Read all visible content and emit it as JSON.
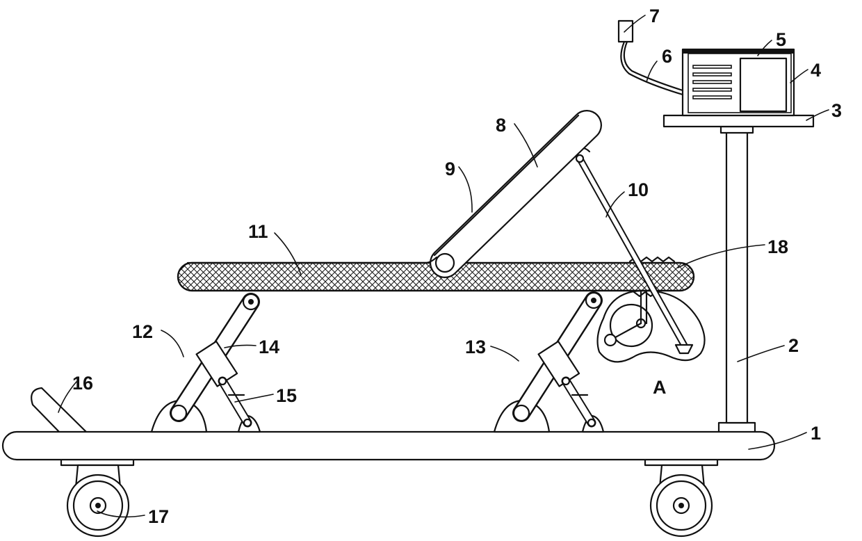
{
  "labels": {
    "base_frame": "1",
    "column": "2",
    "platform": "3",
    "control_box": "4",
    "display_screen": "5",
    "cable": "6",
    "plug": "7",
    "backrest": "8",
    "cushion_edge": "9",
    "support_rod": "10",
    "bed_board": "11",
    "left_lift_mechanism": "12",
    "right_lift_mechanism": "13",
    "hinge_arm": "14",
    "hydraulic_cylinder": "15",
    "push_handle": "16",
    "caster_wheel": "17",
    "ratchet_block": "18",
    "detail_view": "A"
  }
}
